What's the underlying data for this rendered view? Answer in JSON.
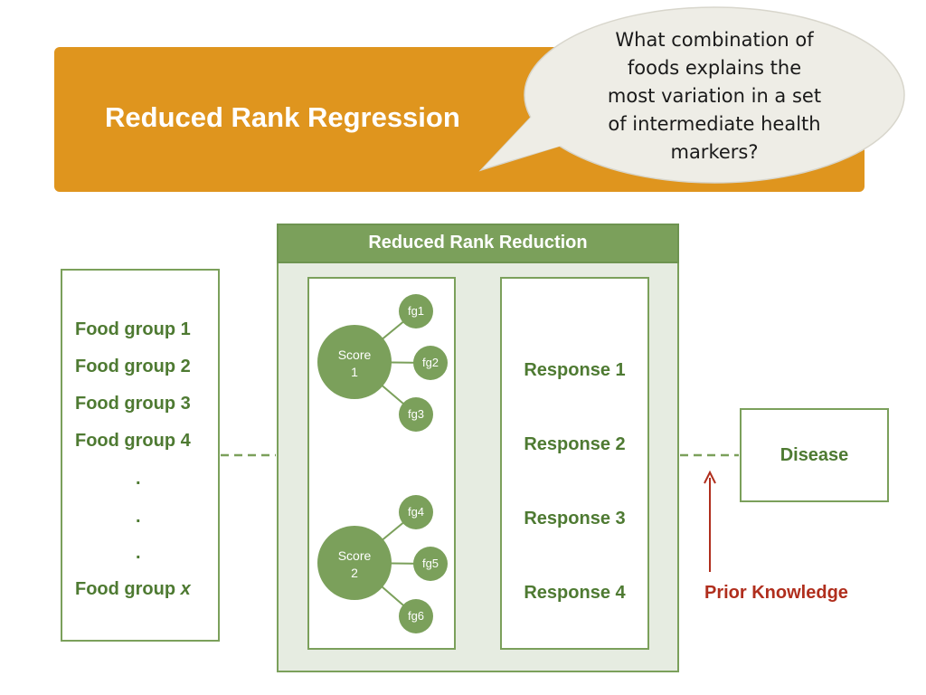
{
  "header": {
    "title": "Reduced Rank Regression",
    "question_lines": [
      "What combination of",
      "foods explains the",
      "most variation in a set",
      "of intermediate health",
      "markers?"
    ]
  },
  "food_groups": {
    "items": [
      "Food group 1",
      "Food group 2",
      "Food group 3",
      "Food group 4"
    ],
    "ellipsis": [
      ".",
      ".",
      "."
    ],
    "last_prefix": "Food group ",
    "last_var": "x"
  },
  "reduction": {
    "title": "Reduced Rank Reduction",
    "scores": [
      {
        "label_line1": "Score",
        "label_line2": "1",
        "food_nodes": [
          "fg1",
          "fg2",
          "fg3"
        ]
      },
      {
        "label_line1": "Score",
        "label_line2": "2",
        "food_nodes": [
          "fg4",
          "fg5",
          "fg6"
        ]
      }
    ],
    "responses": [
      "Response 1",
      "Response 2",
      "Response 3",
      "Response 4"
    ]
  },
  "outcome": {
    "disease": "Disease",
    "prior_knowledge": "Prior Knowledge"
  },
  "colors": {
    "banner": "#DF951E",
    "green": "#7BA05B",
    "dark_green_text": "#4E7A32",
    "panel_bg": "#E6ECE1",
    "bubble": "#EEEDE6",
    "red": "#B02E1D"
  }
}
